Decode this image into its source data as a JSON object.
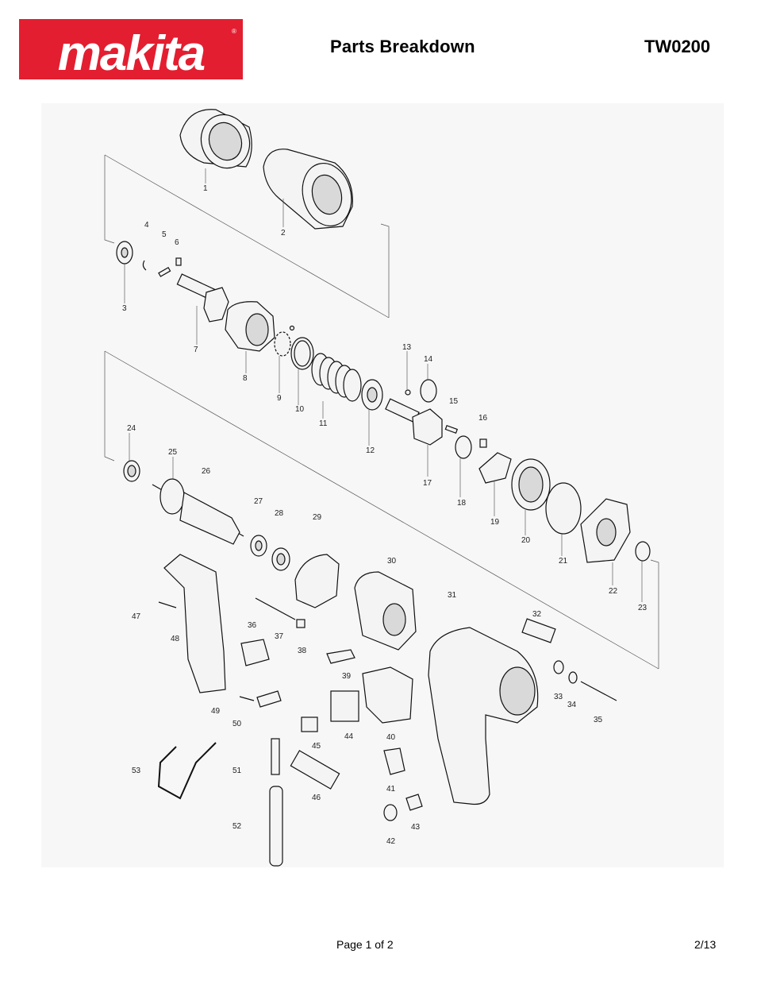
{
  "header": {
    "logo_text": "makita",
    "title": "Parts Breakdown",
    "model": "TW0200"
  },
  "diagram": {
    "part_numbers": [
      "1",
      "2",
      "3",
      "4",
      "5",
      "6",
      "7",
      "8",
      "9",
      "10",
      "11",
      "12",
      "13",
      "14",
      "15",
      "16",
      "17",
      "18",
      "19",
      "20",
      "21",
      "22",
      "23",
      "24",
      "25",
      "26",
      "27",
      "28",
      "29",
      "30",
      "31",
      "32",
      "33",
      "34",
      "35",
      "36",
      "37",
      "38",
      "39",
      "40",
      "41",
      "42",
      "43",
      "44",
      "45",
      "46",
      "47",
      "48",
      "49",
      "50",
      "51",
      "52",
      "53"
    ]
  },
  "footer": {
    "page": "Page 1 of 2",
    "date": "2/13"
  },
  "colors": {
    "brand_red": "#e31e30",
    "background": "#ffffff",
    "diagram_bg": "#f7f7f7"
  }
}
